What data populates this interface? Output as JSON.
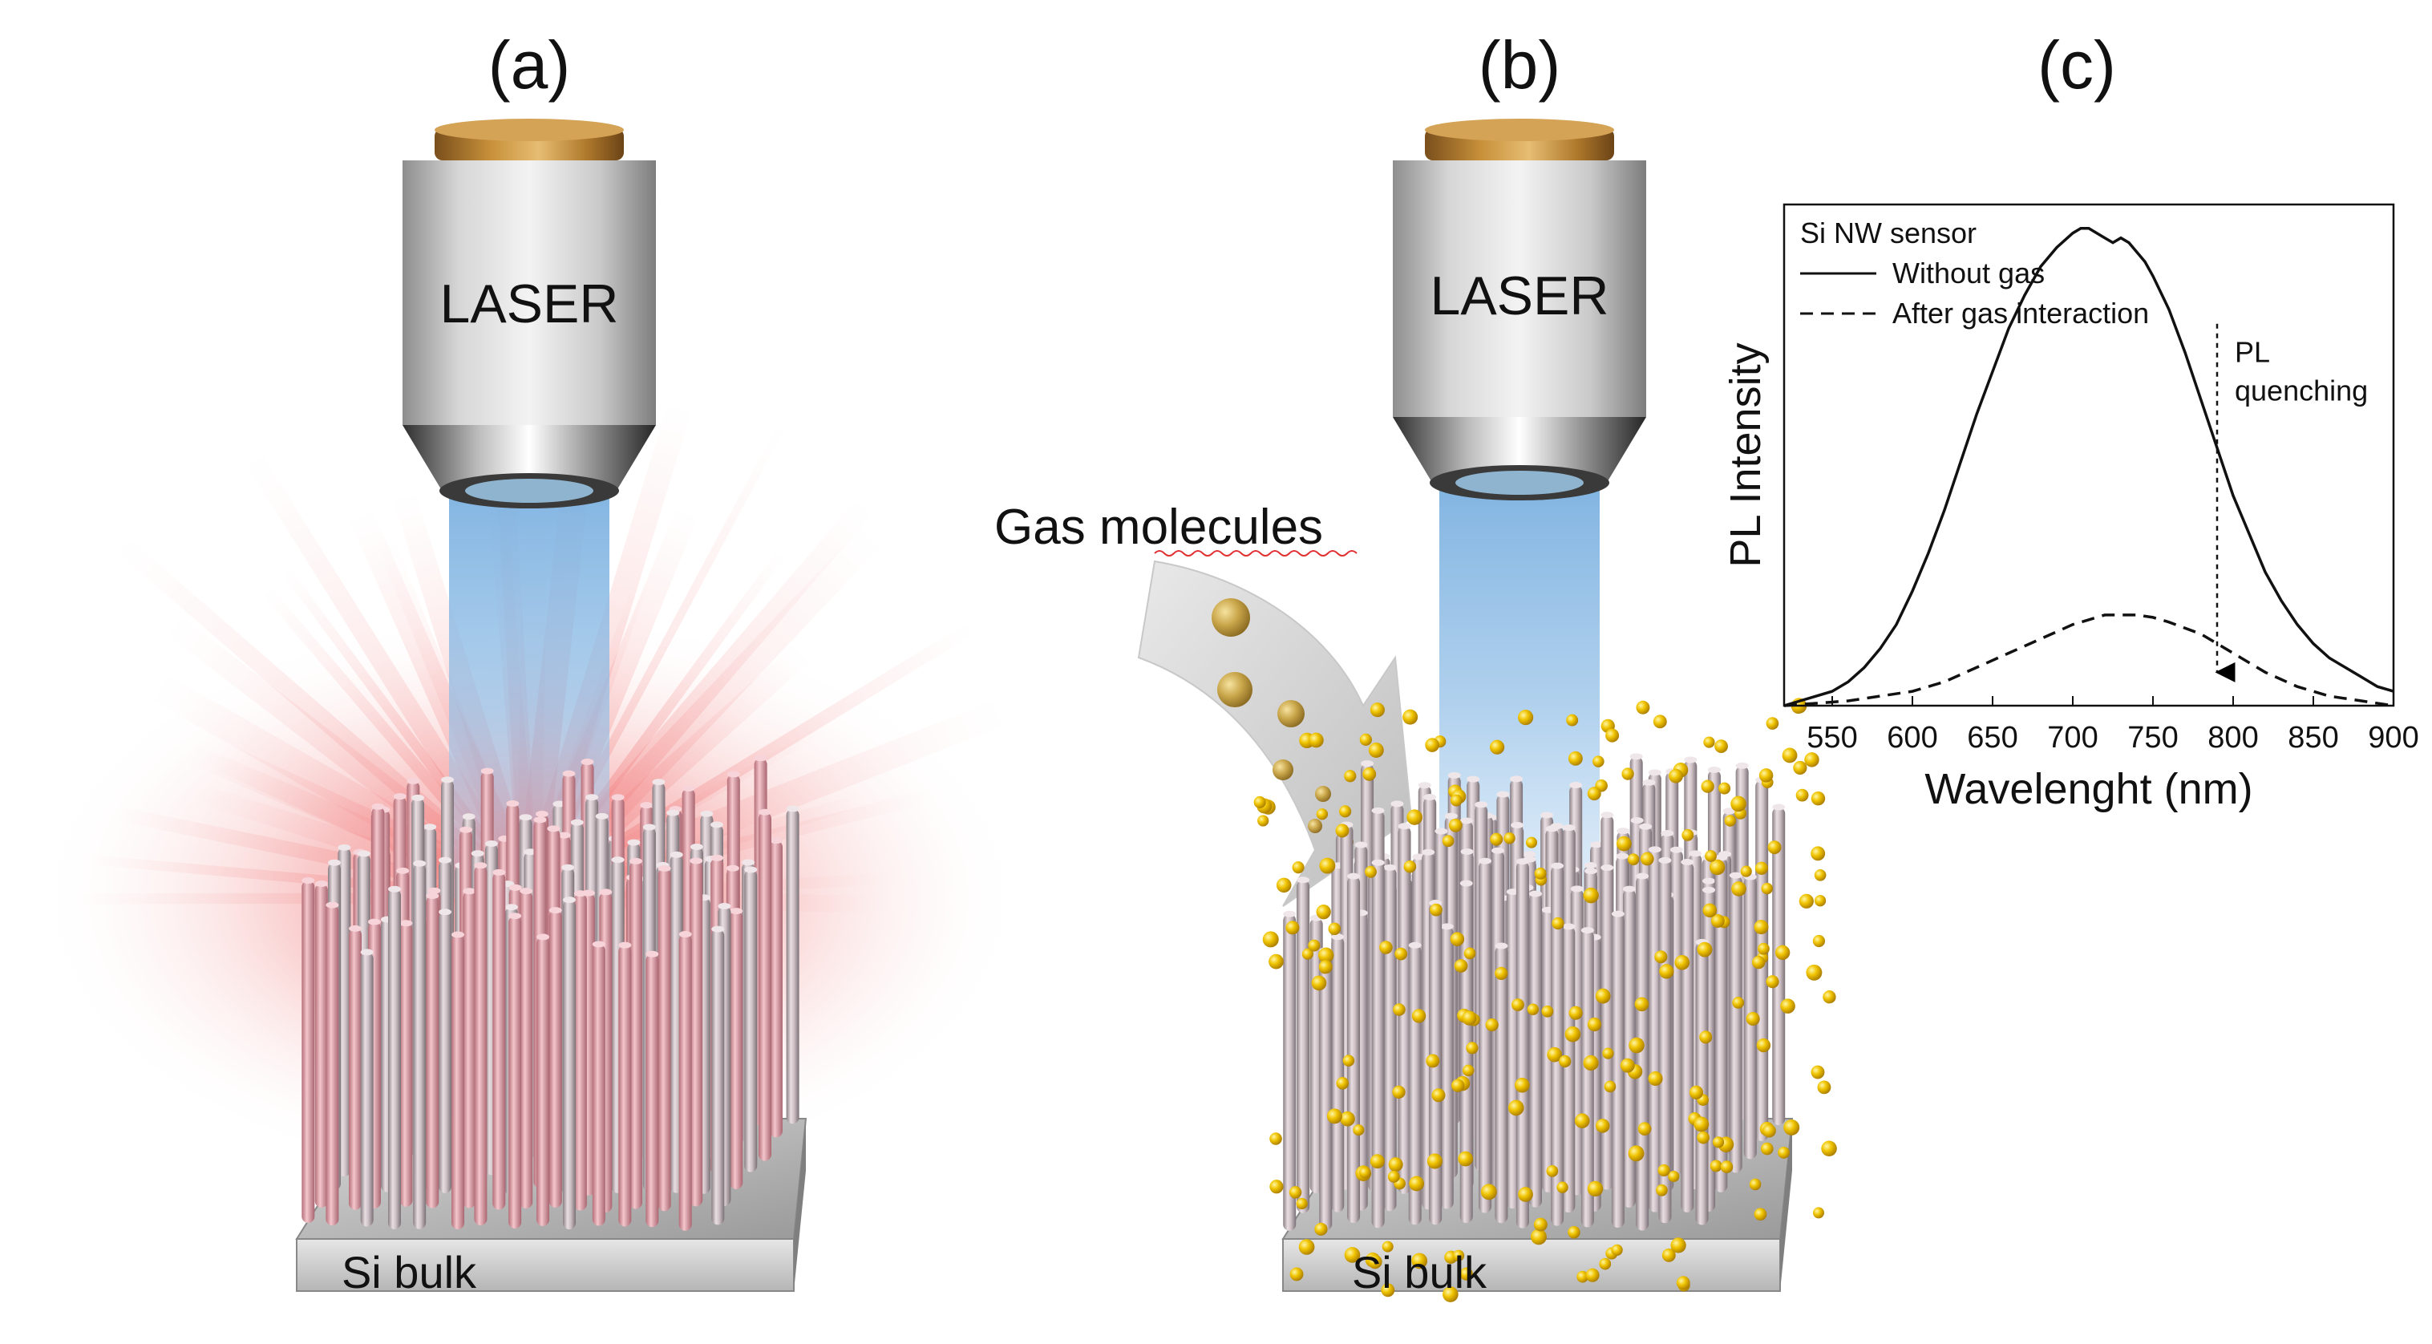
{
  "panels": {
    "a": {
      "label": "(a)",
      "laser_label": "LASER",
      "substrate_label": "Si bulk"
    },
    "b": {
      "label": "(b)",
      "laser_label": "LASER",
      "substrate_label": "Si bulk",
      "gas_label": "Gas molecules"
    },
    "c": {
      "label": "(c)"
    }
  },
  "colors": {
    "laser_beam": "#7fb3e0",
    "pl_glow": "#f08080",
    "gas_molecule": "#e8b800",
    "nanowire": "#d9c6cc",
    "substrate": "#bfbfbf",
    "objective_body": "#cfcfcf",
    "objective_cap": "#c8913a"
  },
  "chart_data": {
    "type": "line",
    "title": "",
    "xlabel": "Wavelenght (nm)",
    "ylabel": "PL Intensity",
    "xlim": [
      520,
      900
    ],
    "ylim": [
      0,
      1.05
    ],
    "xticks": [
      550,
      600,
      650,
      700,
      750,
      800,
      850,
      900
    ],
    "legend": {
      "title": "Si NW sensor",
      "position": "top-left"
    },
    "annotation": {
      "text_line1": "PL",
      "text_line2": "quenching",
      "arrow_x": 790,
      "arrow_y_from": 0.8,
      "arrow_y_to": 0.07
    },
    "series": [
      {
        "name": "Without gas",
        "style": "solid",
        "x": [
          520,
          530,
          540,
          550,
          560,
          570,
          580,
          590,
          600,
          610,
          620,
          630,
          640,
          650,
          660,
          670,
          680,
          690,
          700,
          705,
          710,
          715,
          720,
          725,
          730,
          735,
          740,
          745,
          750,
          760,
          770,
          780,
          790,
          800,
          810,
          820,
          830,
          840,
          850,
          860,
          870,
          880,
          890,
          900
        ],
        "y": [
          0.0,
          0.01,
          0.02,
          0.03,
          0.05,
          0.08,
          0.12,
          0.17,
          0.24,
          0.32,
          0.41,
          0.51,
          0.61,
          0.7,
          0.79,
          0.86,
          0.92,
          0.96,
          0.99,
          1.0,
          1.0,
          0.99,
          0.98,
          0.97,
          0.98,
          0.97,
          0.95,
          0.93,
          0.9,
          0.83,
          0.74,
          0.64,
          0.54,
          0.44,
          0.36,
          0.28,
          0.22,
          0.17,
          0.13,
          0.1,
          0.08,
          0.06,
          0.04,
          0.03
        ]
      },
      {
        "name": "After gas interaction",
        "style": "dashed",
        "x": [
          520,
          560,
          600,
          620,
          640,
          660,
          680,
          700,
          720,
          740,
          750,
          760,
          780,
          800,
          820,
          840,
          860,
          880,
          900
        ],
        "y": [
          0.0,
          0.01,
          0.03,
          0.05,
          0.08,
          0.11,
          0.14,
          0.17,
          0.19,
          0.19,
          0.185,
          0.175,
          0.15,
          0.11,
          0.07,
          0.04,
          0.02,
          0.01,
          0.0
        ]
      }
    ]
  }
}
